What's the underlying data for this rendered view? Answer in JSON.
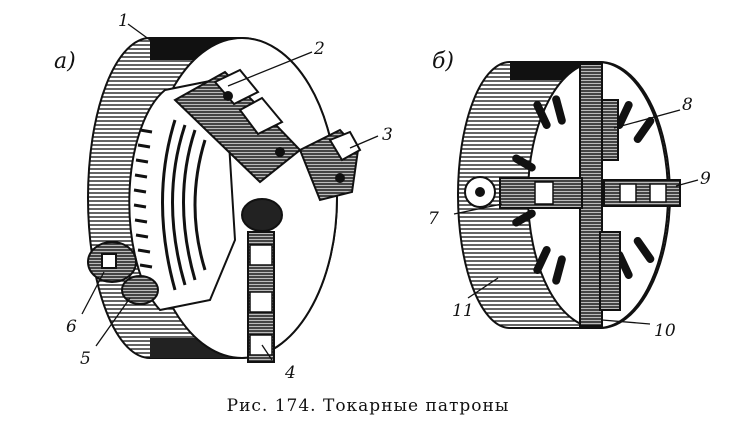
{
  "panels": {
    "a": {
      "label": "а)"
    },
    "b": {
      "label": "б)"
    }
  },
  "callouts": {
    "c1": "1",
    "c2": "2",
    "c3": "3",
    "c4": "4",
    "c5": "5",
    "c6": "6",
    "c7": "7",
    "c8": "8",
    "c9": "9",
    "c10": "10",
    "c11": "11"
  },
  "caption": "Рис. 174. Токарные патроны",
  "colors": {
    "ink": "#111111",
    "paper": "#ffffff",
    "shade": "#2a2a2a"
  }
}
